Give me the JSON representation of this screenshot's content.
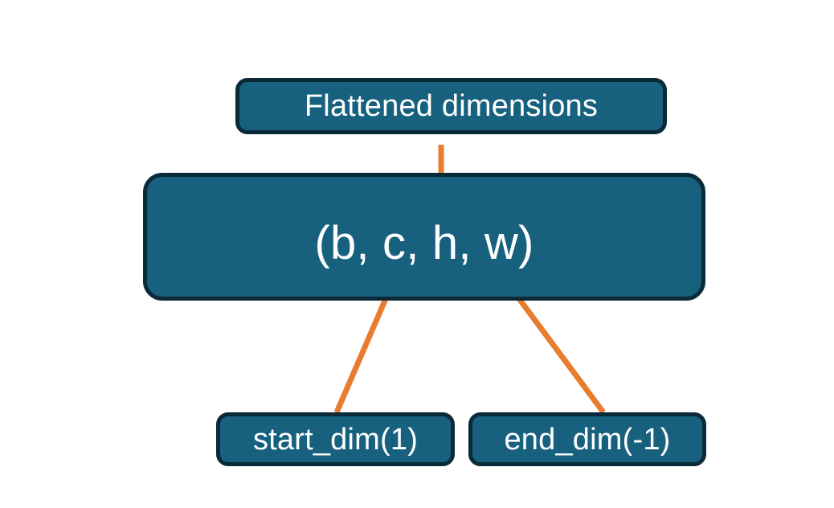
{
  "diagram": {
    "title_text": "Flattened dimensions",
    "shape_text": "(b, c, h, w)",
    "start_dim_text": "start_dim(1)",
    "end_dim_text": "end_dim(-1)",
    "colors": {
      "background": "#ffffff",
      "box_fill": "#17617f",
      "box_border": "#0b2a39",
      "box_text": "#ffffff",
      "connector": "#e87d30"
    },
    "nodes": [
      {
        "name": "flattened-dimensions-box",
        "label": "Flattened dimensions"
      },
      {
        "name": "tensor-shape-box",
        "label": "(b, c, h, w)"
      },
      {
        "name": "start-dim-box",
        "label": "start_dim(1)"
      },
      {
        "name": "end-dim-box",
        "label": "end_dim(-1)"
      }
    ],
    "connectors": [
      {
        "name": "brace-connector",
        "from": "tensor-shape-box",
        "to": "flattened-dimensions-box",
        "style": "curly-brace",
        "color": "#e87d30"
      },
      {
        "name": "start-dim-arrow",
        "from": "start-dim-box",
        "to": "tensor-shape-box",
        "style": "arrow",
        "color": "#e87d30"
      },
      {
        "name": "end-dim-arrow",
        "from": "end-dim-box",
        "to": "tensor-shape-box",
        "style": "arrow",
        "color": "#e87d30"
      }
    ]
  }
}
